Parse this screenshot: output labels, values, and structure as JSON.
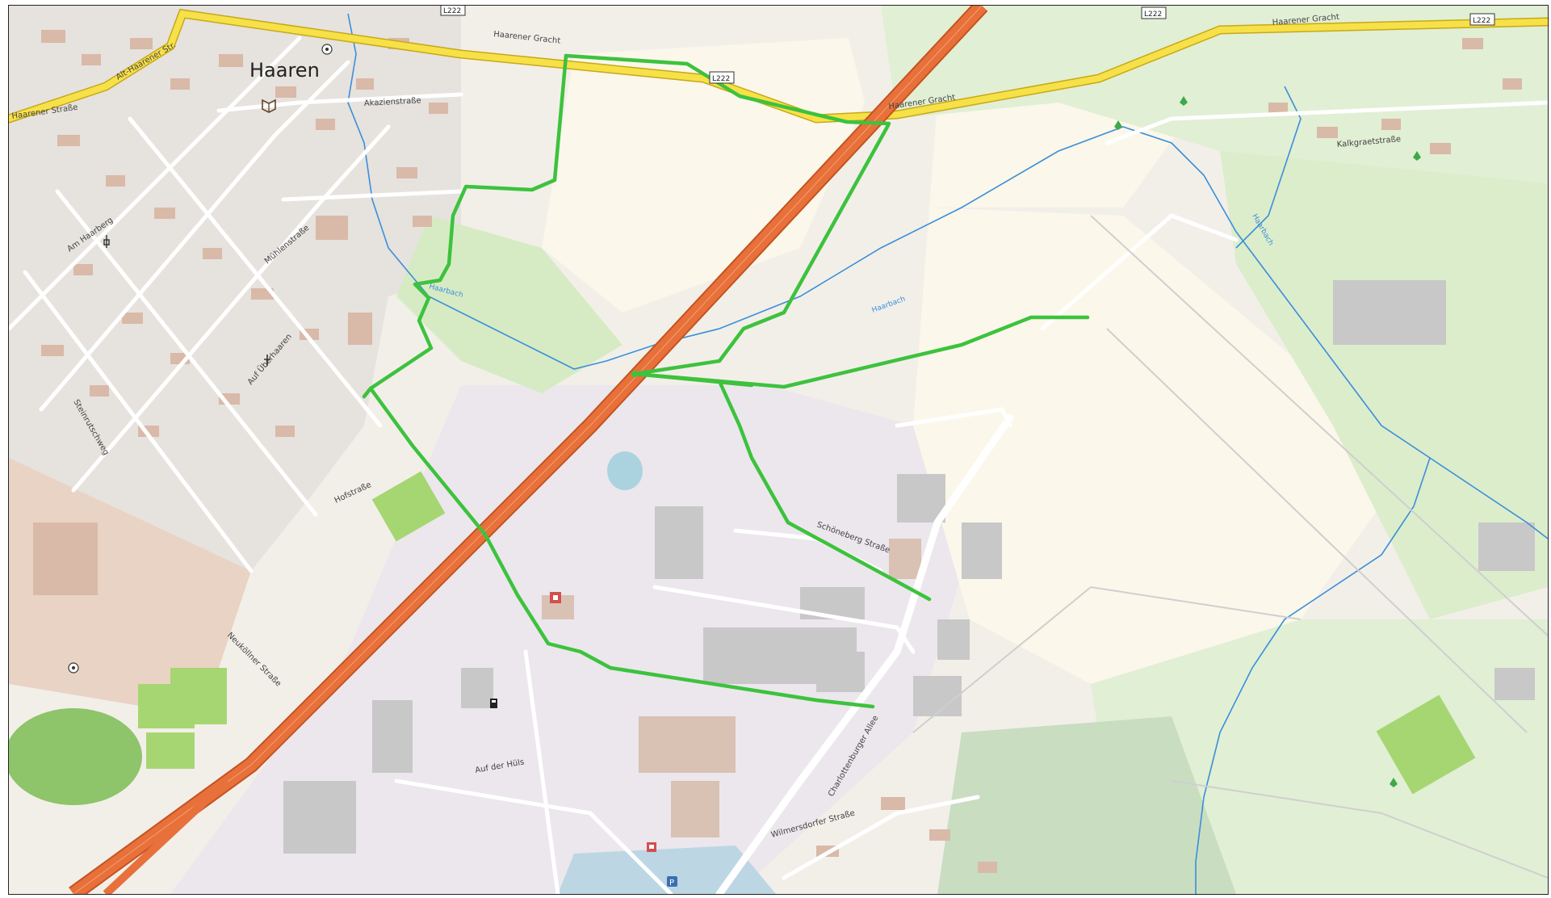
{
  "map": {
    "town_label": "Haaren",
    "route_number": "L222",
    "streets": {
      "haarener_gracht": "Haarener Gracht",
      "alt_haarener_str": "Alt-Haarener Str.",
      "haarener_strasse": "Haarener Straße",
      "akazienstrasse": "Akazienstraße",
      "muehlenstrasse": "Mühlenstraße",
      "auf_uebenaaren": "Auf Überhaaren",
      "schoeneberg_str": "Schöneberg Straße",
      "charlottenburger_allee": "Charlottenburger Allee",
      "auf_der_huels": "Auf der Hüls",
      "kalkgraetstrasse": "Kalkgraetstraße",
      "neukoelner_strasse": "Neuköllner Straße",
      "wilmersdorfer_strasse": "Wilmersdorfer Straße",
      "hofstrasse": "Hofstraße",
      "steinrutschweg": "Steinrutschweg",
      "am_haarberg": "Am Haarberg"
    },
    "waterways": {
      "haarbach": "Haarbach"
    },
    "colors": {
      "background": "#f2efe9",
      "residential": "#e0dfdf",
      "building": "#d9c1b3",
      "industrial_building": "#bdbdbd",
      "motorway": "#e8703a",
      "primary_road": "#f7e148",
      "farmland": "#fbf7ea",
      "park": "#d4ebc2",
      "sports_pitch": "#a6d672",
      "water": "#aad3df",
      "stream": "#3a8fd9",
      "highlighted_route": "#3dc23d"
    },
    "icons": [
      "pitch-ball-icon",
      "library-icon",
      "fuel-icon",
      "parking-icon",
      "place-of-worship-icon"
    ]
  }
}
